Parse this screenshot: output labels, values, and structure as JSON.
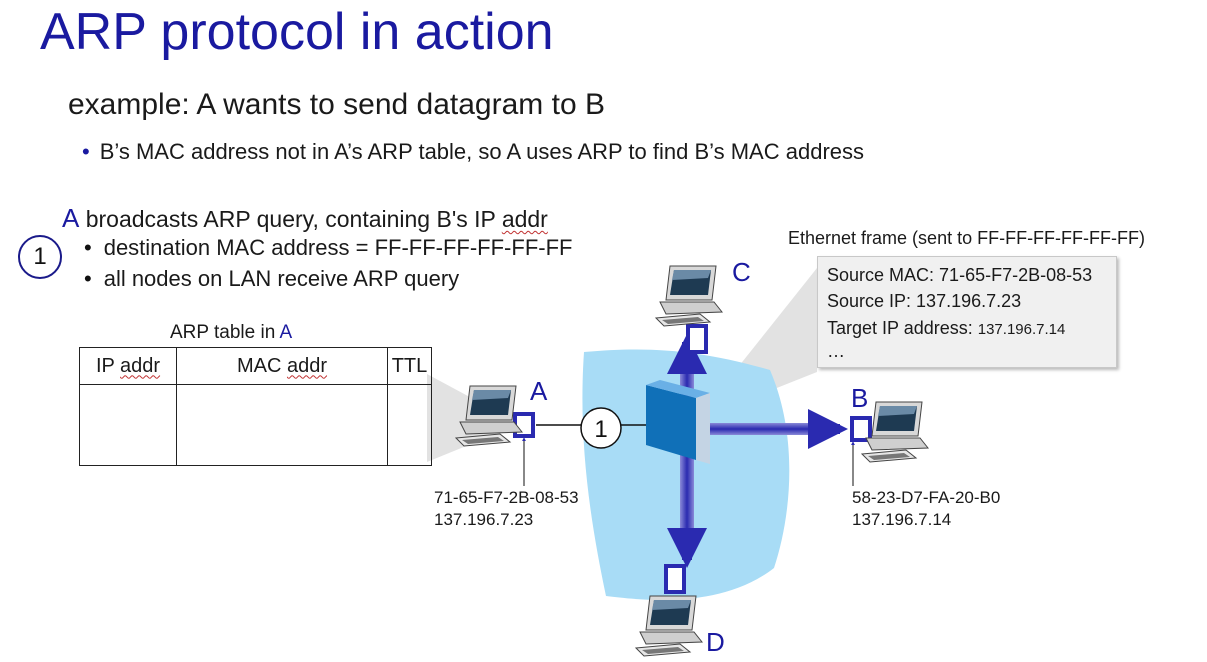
{
  "title": "ARP protocol in action",
  "subtitle": "example: A wants to send datagram to B",
  "bullet": "B’s MAC address not in A’s ARP table, so A uses ARP to find B’s MAC address",
  "step": {
    "number": "1",
    "heading_letter": "A",
    "heading_rest": " broadcasts ARP query, containing B's IP ",
    "heading_addr": "addr",
    "bullets": [
      "destination MAC address = FF-FF-FF-FF-FF-FF",
      "all nodes on LAN receive ARP query"
    ]
  },
  "ethernet_frame": {
    "caption": "Ethernet frame (sent to FF-FF-FF-FF-FF-FF)",
    "source_mac_label": "Source MAC:  ",
    "source_mac": "71-65-F7-2B-08-53",
    "source_ip_label": "Source IP: ",
    "source_ip": "137.196.7.23",
    "target_ip_label": "Target IP address: ",
    "target_ip": "137.196.7.14",
    "ellipsis": "…"
  },
  "arp_table": {
    "caption_prefix": "ARP table in ",
    "caption_node": "A",
    "col1_a": "IP ",
    "col1_b": "addr",
    "col2_a": "MAC ",
    "col2_b": "addr",
    "col3": "TTL"
  },
  "nodes": {
    "A": {
      "label": "A",
      "mac": "71-65-F7-2B-08-53",
      "ip": "137.196.7.23"
    },
    "B": {
      "label": "B",
      "mac": "58-23-D7-FA-20-B0",
      "ip": "137.196.7.14"
    },
    "C": {
      "label": "C"
    },
    "D": {
      "label": "D"
    }
  },
  "link_step": "1",
  "colors": {
    "title": "#1a1aa0",
    "lan_cloud": "#a8dcf6",
    "switch": "#1070b8",
    "arrow": "#2a2ab0",
    "callout": "#e8e8e8"
  }
}
